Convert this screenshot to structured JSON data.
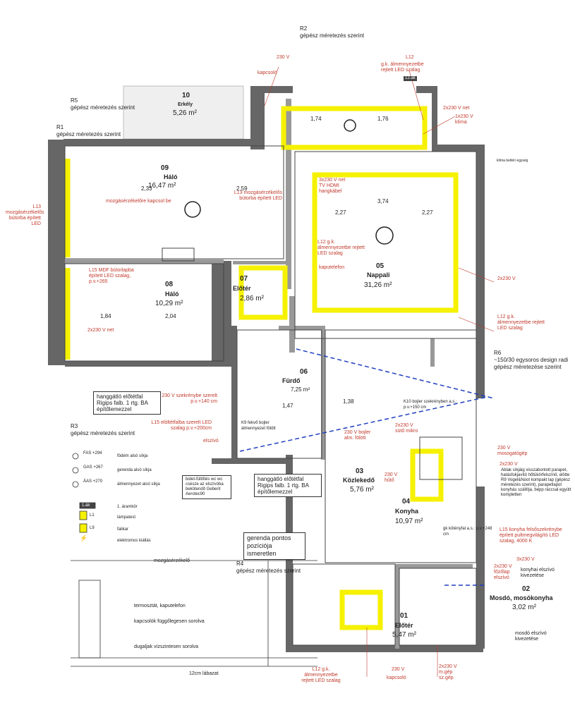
{
  "refs": {
    "r2": {
      "code": "R2",
      "text": "gépész méretezés szerint"
    },
    "r5": {
      "code": "R5",
      "text": "gépész méretezés szerint"
    },
    "r1": {
      "code": "R1",
      "text": "gépész méretezés szerint"
    },
    "r6": {
      "code": "R6",
      "line1": "~150/30 egysoros design radi",
      "line2": "gépész méretezése szerint"
    },
    "r3": {
      "code": "R3",
      "text": "gépész méretezés szerint"
    },
    "r4": {
      "code": "R4",
      "text": "gépész méretezés szerint"
    }
  },
  "rooms": [
    {
      "no": "10",
      "name": "Erkély",
      "area": "5,26 m²"
    },
    {
      "no": "09",
      "name": "Háló",
      "area": "16,47 m²"
    },
    {
      "no": "08",
      "name": "Háló",
      "area": "10,29 m²"
    },
    {
      "no": "07",
      "name": "Előtér",
      "area": "2,86 m²"
    },
    {
      "no": "06",
      "name": "Fürdő",
      "area": "7,25 m²"
    },
    {
      "no": "05",
      "name": "Nappali",
      "area": "31,26 m²"
    },
    {
      "no": "03",
      "name": "Közlekedő",
      "area": "5,76 m²"
    },
    {
      "no": "04",
      "name": "Konyha",
      "area": "10,97 m²"
    },
    {
      "no": "02",
      "name": "Mosdó, mosókonyha",
      "area": "3,02 m²"
    },
    {
      "no": "01",
      "name": "Előtér",
      "area": "5,47 m²"
    }
  ],
  "annotations": {
    "v230_top": "230 V",
    "kapcsolo": "kapcsoló",
    "l12_top": "L12",
    "gk_almenny_led": "g.k. álmennyezetbe rejtett LED szalag",
    "tag_12ak": "12.ák",
    "v230x2_net": "2x230 V net",
    "klima": "1x230 V klíma",
    "v230x2_b": "2x230 V",
    "klima_belteri": "klíma beltéri egység",
    "l13_left": "L13 mozgásérzékelős bútorba épített LED",
    "l13_mid": "L13 mozgásérzékelős bútorba épített LED",
    "mozgas_kapcsol": "mozgásérzékelőre kapcsol be",
    "tv_block": "3x230 V net TV HDMI hangkábel",
    "l15_left": "L15 MDF bútorlapba épített LED szalag, p.v.+265",
    "v2x230_net": "2x230 V net",
    "l12_mid": "L12 g.k. álmennyezetbe rejtett LED szalag",
    "kaputelefon": "kaputelefon",
    "v2x230_right": "2x230 V",
    "l12_right": "L12 g.k. álmennyezetbe rejtett LED szalag",
    "szekreny_left": "230 V szekrénybe szerelt p.v.+140 cm",
    "l15_mid": "L15 elöltétfalba szerelt LED szalag p.v.+200cm",
    "elszivo": "elszívó",
    "k9_bojler": "K9 fekvő bojler álmennyezet fölött",
    "k10_bojler": "K10 bojler szekrényben a.s.: p.v.+150 cm",
    "bojler_felett": "230 V bojler alm. fölött",
    "sutor": "2x230 V sütő mikro",
    "v230_hutö": "230 V hűtő",
    "mosogatogep": "230 V mosogatógép",
    "v2x230_mid": "2x230 V",
    "ablak_note": "Ablak síkjáig visszabontott parapet, hatásfokjavító hőtükörfelszínű, elötte R9 Vogel&Noot kompakt lap (gépész méretezés szerint), parapetlapot konyhás szállítja, bépp ráccsal együtt kompletten",
    "l15_konyha": "L15 konyha felsőszekrénybe épített pultmegvilágító LED szalag, 4000 K",
    "gk_kotenyfal": "gk kötényfal a.s.: p.v.+248 cm",
    "v3x230": "3x230 V",
    "konyhai_elszivo": "konyhai elszívó kivezetése",
    "fozolap": "2x230 V főzőlap elszívó",
    "mosdo_elszivo": "mosdó elszívó kivezetése",
    "l12_bottom": "L12 g.k. álmennyezetbe rejtett LED szalag",
    "v230_bottom": "230 V",
    "kapcsolo_bottom": "kapcsoló",
    "mgep": "2x230 V m.gép sz.gép",
    "gerenda": "gerenda pontos pozíciója ismeretlen",
    "hangatlo_left": "hanggátló előtétfal Rigips falb. 1 rtg. BA építőlemezzel",
    "hangatlo_right": "hanggátló előtétfal Rigips falb. 1 rtg. BA építőlemezzel",
    "bidet_note": "bidet-fültőtés wc wc csésze az elszívóba bekötendő Geberit Aerotec90",
    "mozgaserzekelo_section": "mozgásérzékelő",
    "termosztat": "termosztát, kaputelefon",
    "kapcsolok_sor": "kapcsolók függőlegesen sorolva",
    "dugaljak_sor": "dugaljak vízszintesen sorolva",
    "labazat": "12cm lábazat",
    "dims_top": [
      "1,74",
      "1,76",
      "2,33",
      "2,59",
      "3,74",
      "2,27",
      "2,27",
      "1,84",
      "2,04",
      "1,38",
      "1,47"
    ]
  },
  "legend": [
    {
      "sym": "FAS +294",
      "text": "födém alsó síkja"
    },
    {
      "sym": "GAS +267",
      "text": "gerenda alsó síkja"
    },
    {
      "sym": "ÁAS +270",
      "text": "álmennyezet alsó síkja"
    },
    {
      "sym": "1.ák",
      "text": "1. áramkör"
    },
    {
      "sym": "L1",
      "text": "lámpatest"
    },
    {
      "sym": "L9",
      "text": "falikar"
    },
    {
      "sym": "⚡",
      "text": "elektromos kiállás"
    }
  ],
  "colors": {
    "wall": "#555555",
    "led": "#f5f100",
    "annot": "#c0392b",
    "blue": "#1f3fbf"
  }
}
